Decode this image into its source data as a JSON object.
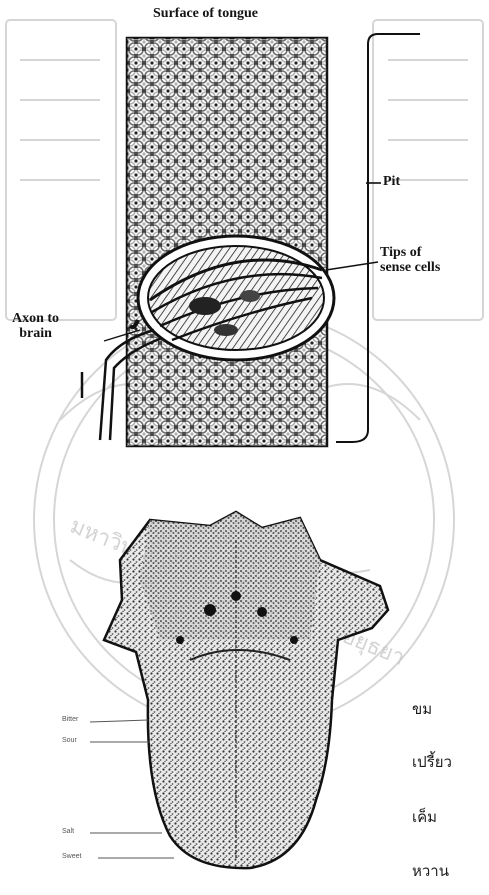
{
  "top_diagram": {
    "title": "Surface of tongue",
    "pit_label": "Pit",
    "tips_label_line1": "Tips of",
    "tips_label_line2": "sense cells",
    "axon_label_line1": "Axon to",
    "axon_label_line2": "brain"
  },
  "bottom_diagram": {
    "zone_labels": [
      "Bitter",
      "Sour",
      "Salt",
      "Sweet"
    ],
    "thai_labels": [
      "ขม",
      "เปรี้ยว",
      "เค็ม",
      "หวาน"
    ]
  },
  "watermark": {
    "text": "มหาวิทยาลัยราชภัฏพระนครศรีอยุธยา"
  },
  "colors": {
    "ink": "#1a1a1a",
    "watermark": "#c9c9c9",
    "paper": "#ffffff"
  }
}
